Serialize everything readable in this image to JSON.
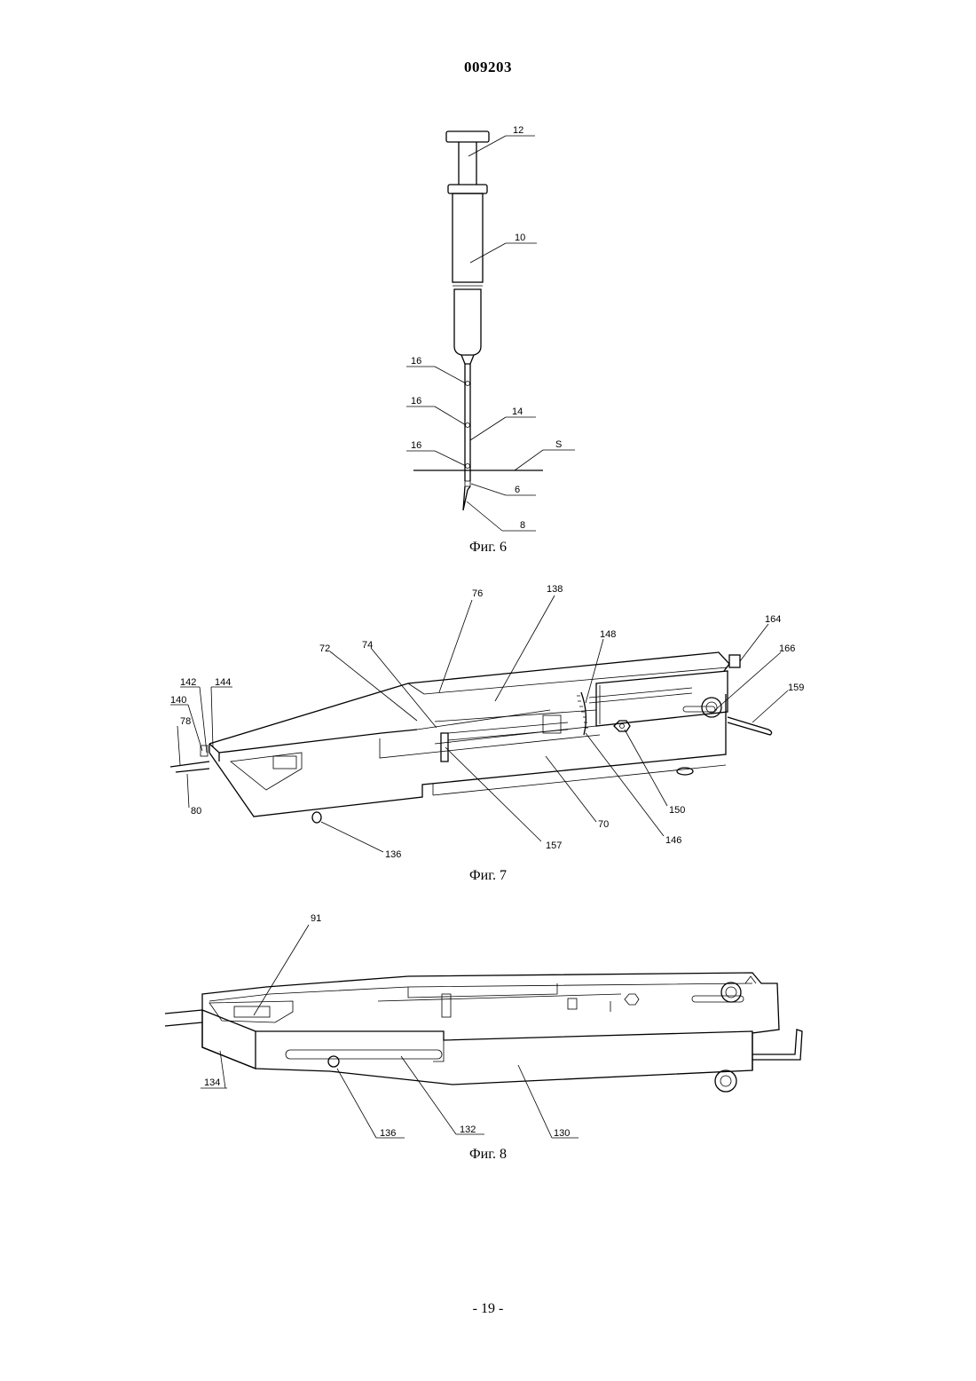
{
  "header": {
    "doc_number": "009203"
  },
  "figures": [
    {
      "caption": "Фиг. 6",
      "labels": {
        "l12": "12",
        "l10": "10",
        "l16a": "16",
        "l16b": "16",
        "l16c": "16",
        "l14": "14",
        "lS": "S",
        "l6": "6",
        "l8": "8"
      }
    },
    {
      "caption": "Фиг. 7",
      "labels": {
        "l76": "76",
        "l138": "138",
        "l148": "148",
        "l164": "164",
        "l166": "166",
        "l159": "159",
        "l72": "72",
        "l74": "74",
        "l142": "142",
        "l144": "144",
        "l140": "140",
        "l78": "78",
        "l80": "80",
        "l136": "136",
        "l157": "157",
        "l70": "70",
        "l146": "146",
        "l150": "150"
      }
    },
    {
      "caption": "Фиг. 8",
      "labels": {
        "l91": "91",
        "l134": "134",
        "l136": "136",
        "l132": "132",
        "l130": "130"
      }
    }
  ],
  "footer": {
    "page_number": "- 19 -"
  }
}
